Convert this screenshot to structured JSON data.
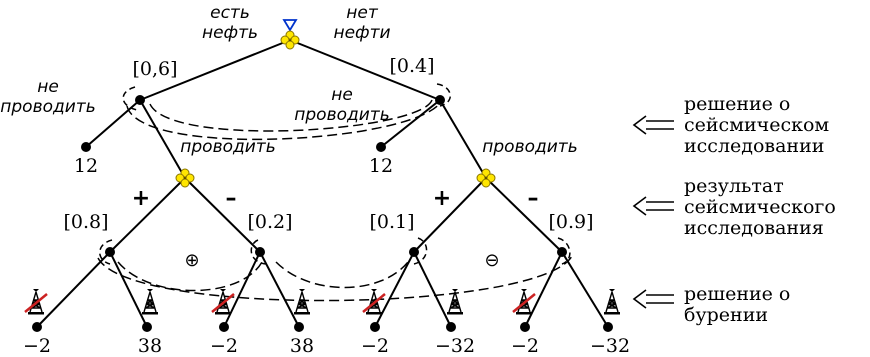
{
  "root": {
    "edge_left": "есть\nнефть",
    "edge_right": "нет\nнефти"
  },
  "probs": {
    "oil": "[0,6]",
    "no_oil": "[0.4]",
    "plus_left": "[0.8]",
    "minus_left": "[0.2]",
    "plus_right": "[0.1]",
    "minus_right": "[0.9]"
  },
  "actions": {
    "dont_left": "не\nпроводить",
    "dont_right": "не\nпроводить",
    "do_left": "проводить",
    "do_right": "проводить"
  },
  "payoffs": {
    "dont_left": "12",
    "dont_right": "12",
    "leaves": [
      "−2",
      "38",
      "−2",
      "38",
      "−2",
      "−32",
      "−2",
      "−32"
    ]
  },
  "signs": {
    "plus": "+",
    "minus": "–",
    "oplus": "⊕",
    "ominus": "⊖"
  },
  "legend": [
    "решение о\nсейсмическом\nисследовании",
    "результат\nсейсмического\nисследования",
    "решение о\nбурении"
  ],
  "icons": [
    "chance-node-icon",
    "decision-node-icon",
    "oil-rig-icon",
    "crossed-oil-rig-icon",
    "double-arrow-left-icon"
  ],
  "colors": {
    "chance_node": "#ffe600",
    "chance_outline": "#8a7500",
    "root_marker": "#0033cc",
    "cross": "#cc2222"
  }
}
